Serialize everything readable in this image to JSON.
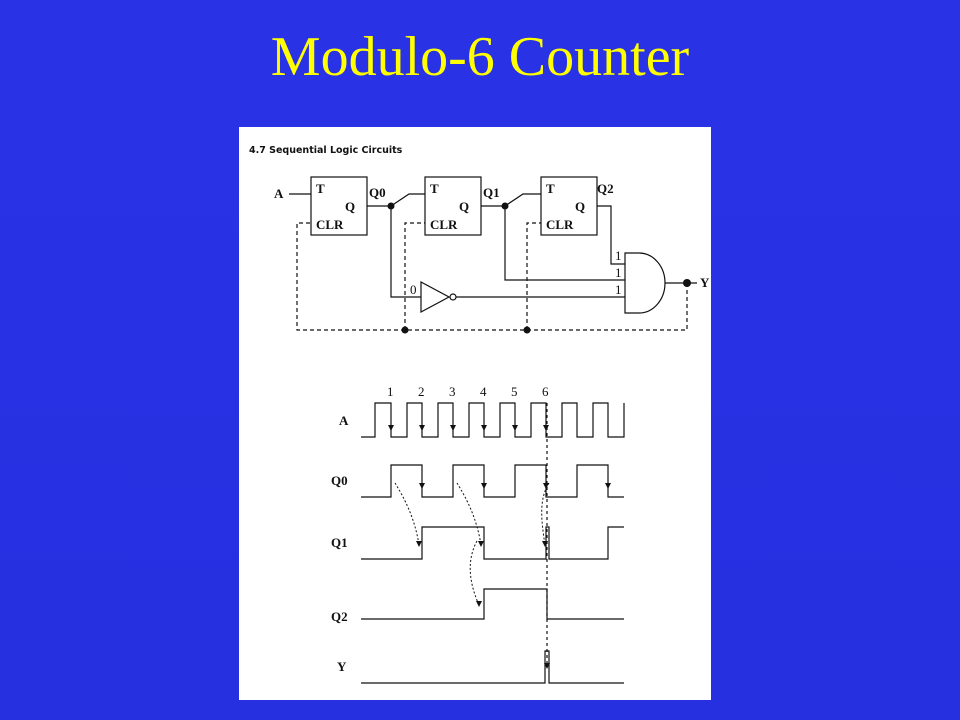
{
  "slide": {
    "title": "Modulo-6 Counter"
  },
  "figure": {
    "header": "4.7 Sequential Logic Circuits",
    "flipflops": [
      {
        "t_label": "T",
        "q_label": "Q",
        "clr_label": "CLR",
        "output_label": "Q0"
      },
      {
        "t_label": "T",
        "q_label": "Q",
        "clr_label": "CLR",
        "output_label": "Q1"
      },
      {
        "t_label": "T",
        "q_label": "Q",
        "clr_label": "CLR",
        "output_label": "Q2"
      }
    ],
    "input_label": "A",
    "output_label": "Y",
    "inverter_input_label": "0",
    "and_inputs": [
      "1",
      "1",
      "1"
    ],
    "timing": {
      "pulse_numbers": [
        "1",
        "2",
        "3",
        "4",
        "5",
        "6"
      ],
      "signals": [
        "A",
        "Q0",
        "Q1",
        "Q2",
        "Y"
      ]
    }
  }
}
